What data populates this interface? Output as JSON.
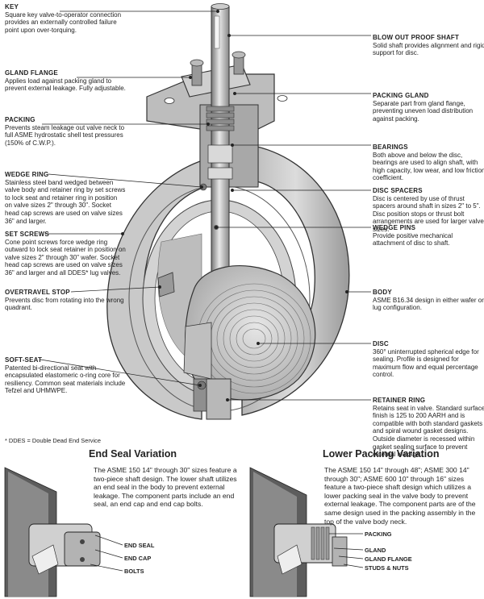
{
  "left_labels": [
    {
      "id": "key",
      "title": "KEY",
      "desc": "Square key valve-to-operator connection provides an externally controlled failure point upon over-torquing."
    },
    {
      "id": "gland-flange",
      "title": "GLAND FLANGE",
      "desc": "Applies load against packing gland to prevent external leakage. Fully adjustable."
    },
    {
      "id": "packing",
      "title": "PACKING",
      "desc": "Prevents steam leakage out valve neck to full ASME hydrostatic shell test pressures (150% of C.W.P.)."
    },
    {
      "id": "wedge-ring",
      "title": "WEDGE RING",
      "desc": "Stainless steel band wedged between valve body and retainer ring by set screws to lock seat and retainer ring in position on valve sizes 2\" through 30\". Socket head cap screws are used on valve sizes 36\" and larger."
    },
    {
      "id": "set-screws",
      "title": "SET SCREWS",
      "desc": "Cone point screws force wedge ring outward to lock seat retainer in position on valve sizes 2\" through 30\" wafer. Socket head cap screws are used on valve sizes 36\" and larger and all DDES* lug valves."
    },
    {
      "id": "overtravel-stop",
      "title": "OVERTRAVEL STOP",
      "desc": "Prevents disc from rotating into the wrong quadrant."
    },
    {
      "id": "soft-seat",
      "title": "SOFT-SEAT",
      "desc": "Patented bi-directional seat with encapsulated elastomeric o-ring core for resiliency. Common seat materials include Tefzel and UHMWPE."
    }
  ],
  "right_labels": [
    {
      "id": "blow-out-proof-shaft",
      "title": "BLOW OUT PROOF SHAFT",
      "desc": "Solid shaft provides alignment and rigid support for disc."
    },
    {
      "id": "packing-gland",
      "title": "PACKING GLAND",
      "desc": "Separate part from gland flange, preventing uneven load distribution against packing."
    },
    {
      "id": "bearings",
      "title": "BEARINGS",
      "desc": "Both above and below the disc, bearings are used to align shaft, with high capacity, low wear, and low friction coefficient."
    },
    {
      "id": "disc-spacers",
      "title": "DISC SPACERS",
      "desc": "Disc is centered by use of thrust spacers around shaft in sizes 2\" to 5\". Disc position stops or thrust bolt arrangements are used for larger valve sizes."
    },
    {
      "id": "wedge-pins",
      "title": "WEDGE PINS",
      "desc": "Provide positive mechanical attachment of disc to shaft."
    },
    {
      "id": "body",
      "title": "BODY",
      "desc": "ASME B16.34 design in either wafer or lug configuration."
    },
    {
      "id": "disc",
      "title": "DISC",
      "desc": "360° uninterrupted spherical edge for sealing. Profile is designed for maximum flow and equal percentage control."
    },
    {
      "id": "retainer-ring",
      "title": "RETAINER RING",
      "desc": "Retains seat in valve. Standard surface finish is 125 to 200 AARH and is compatible with both standard gaskets and spiral wound gasket designs. Outside diameter is recessed within gasket sealing surface to prevent external leakage."
    }
  ],
  "footnote": "* DDES = Double Dead End Service",
  "end_seal": {
    "title": "End Seal Variation",
    "text": "The ASME 150 14\" through 30\" sizes feature a two-piece shaft design. The lower shaft utilizes an end seal in the body to prevent external leakage. The component parts include an end seal, an end cap and end cap bolts.",
    "labels": [
      "END SEAL",
      "END CAP",
      "BOLTS"
    ]
  },
  "lower_packing": {
    "title": "Lower Packing Variation",
    "text": "The ASME 150 14\" through 48\"; ASME 300 14\" through 30\"; ASME 600 10\" through 16\" sizes feature a two-piece shaft design which utilizes a lower packing seal in the valve body to prevent external leakage. The component parts are of the same design used in the packing assembly in the top of the valve body neck.",
    "labels": [
      "PACKING",
      "GLAND",
      "GLAND FLANGE",
      "STUDS & NUTS"
    ]
  }
}
